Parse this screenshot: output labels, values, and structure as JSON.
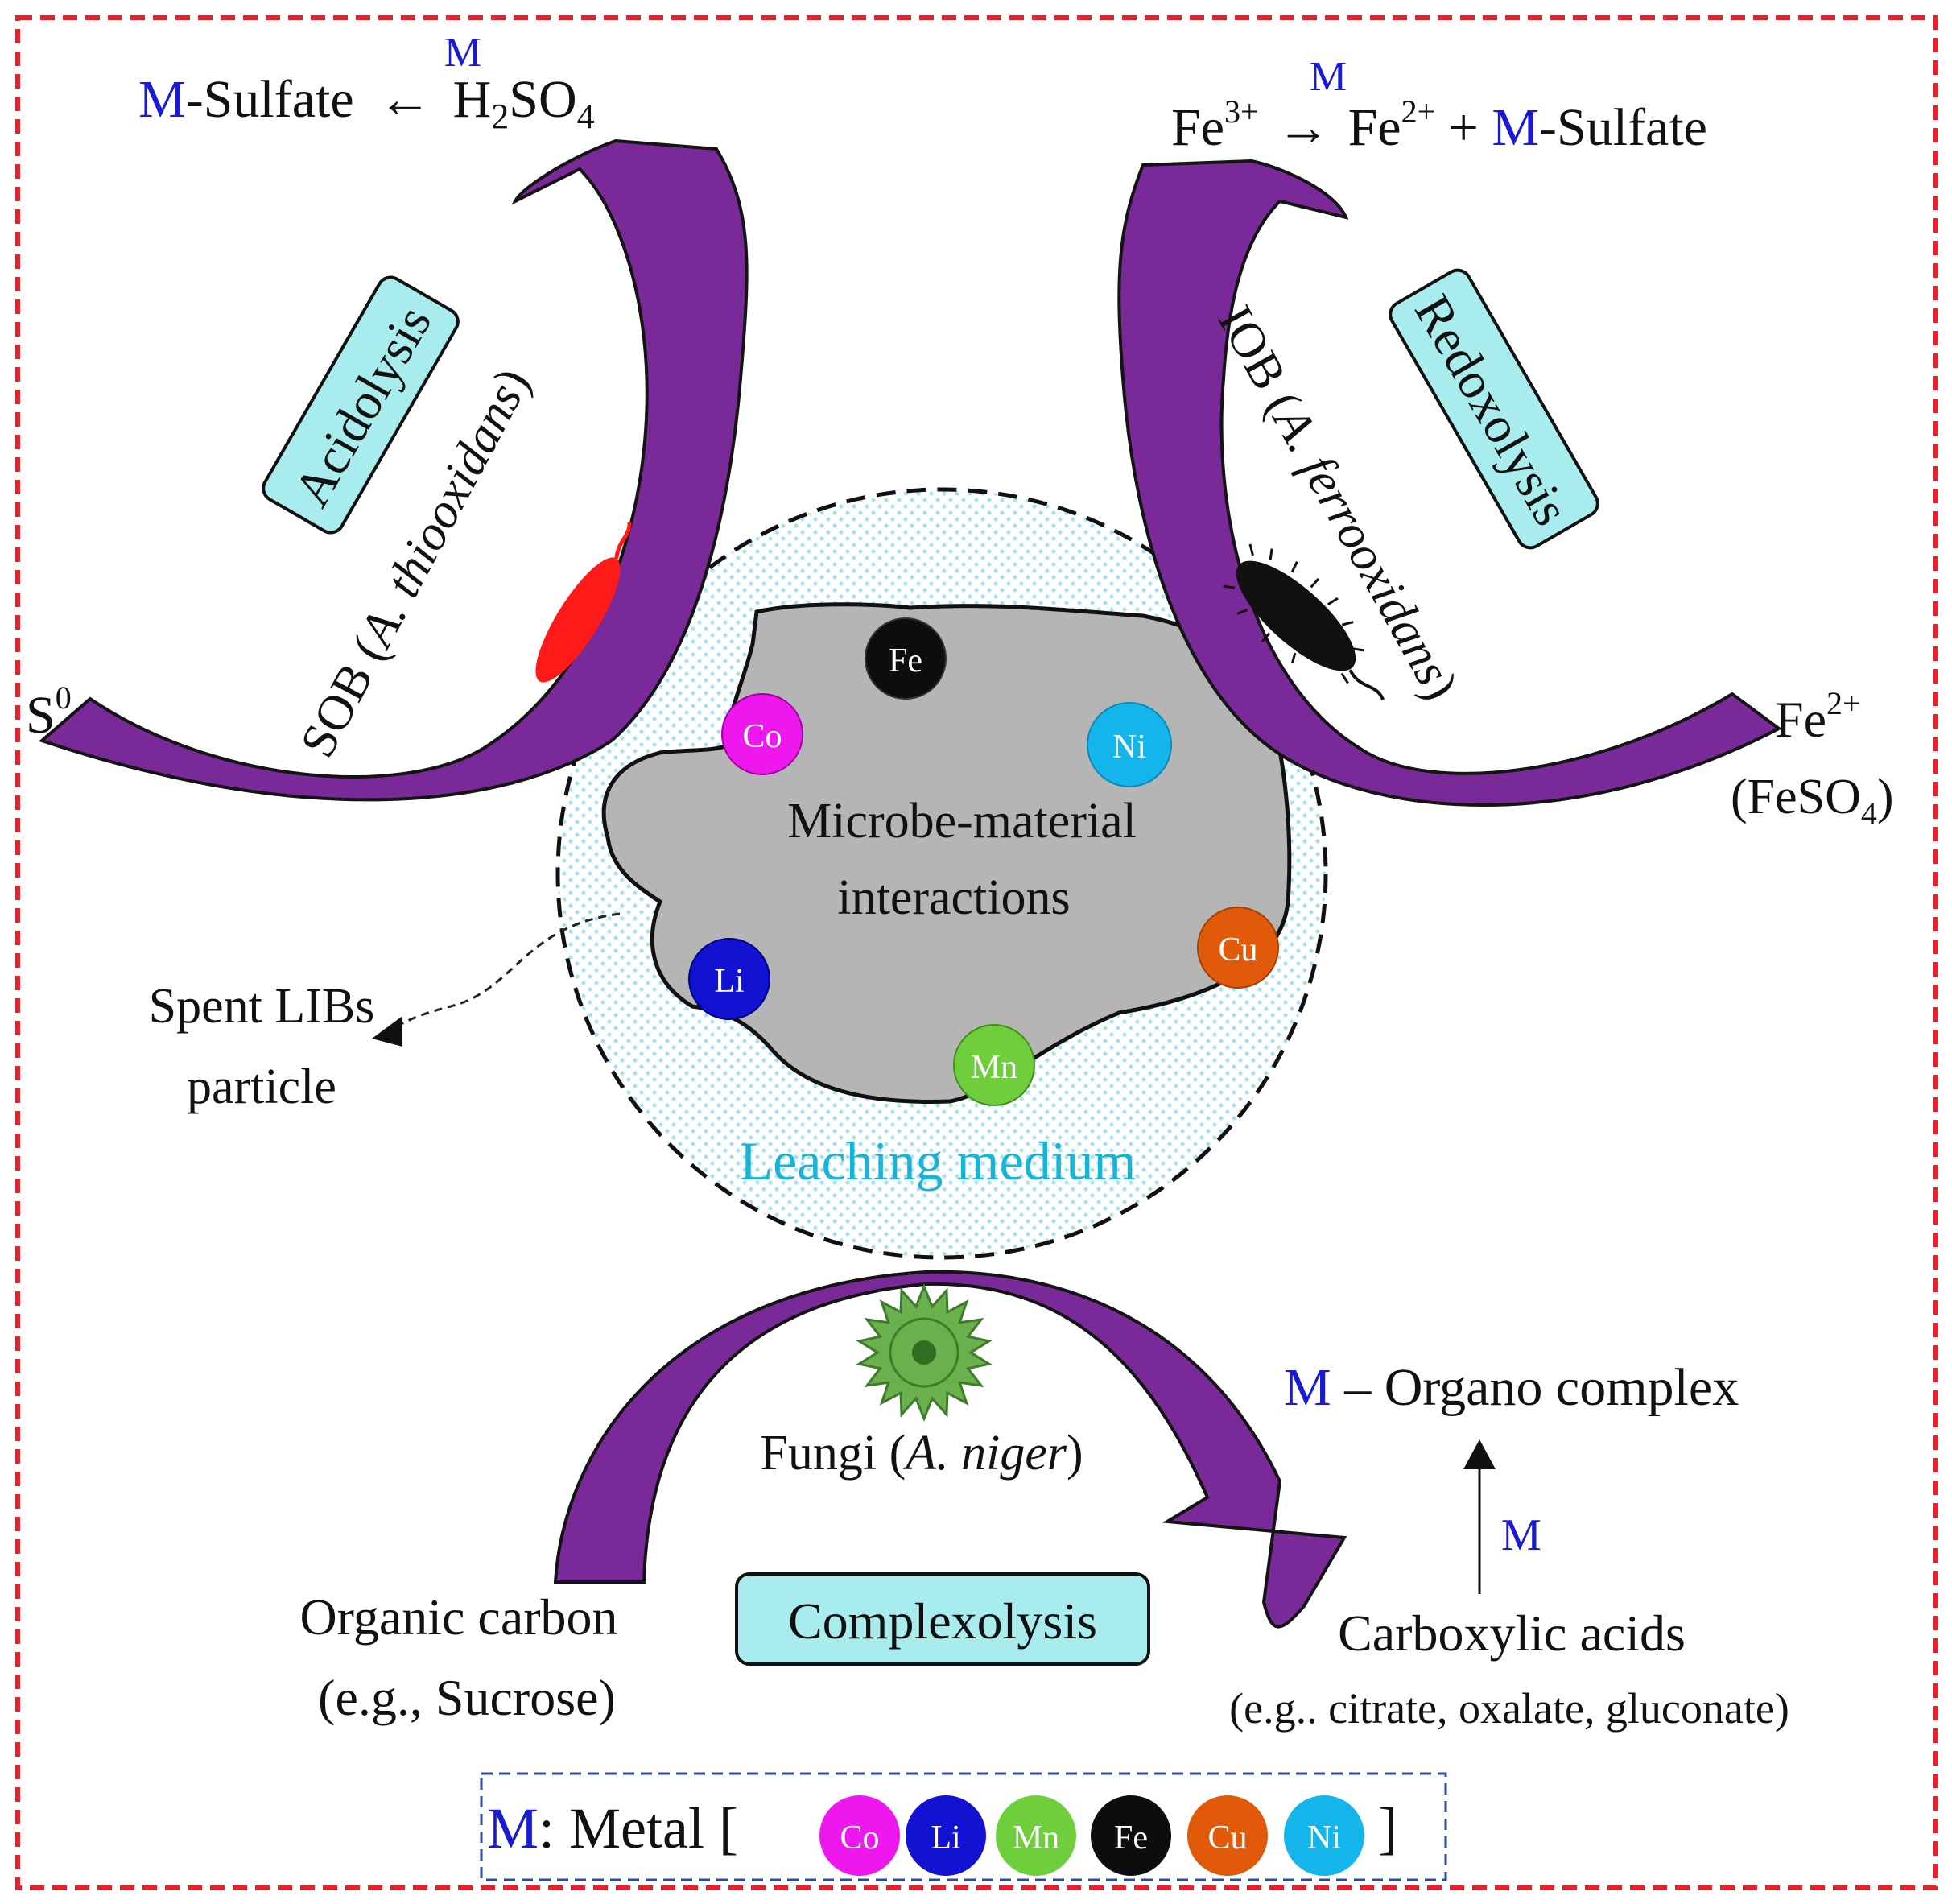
{
  "colors": {
    "frame": "#e8202a",
    "arrow": "#7a2a98",
    "box_fill": "#a8ecee",
    "particle": "#b5b5b5",
    "medium_dots": "#a7e3ee",
    "metal_letter": "#1a1ad6",
    "leaching_text": "#17b3d8",
    "sob_bacterium": "#ff1a1a",
    "iob_bacterium": "#111111",
    "fungi": "#6ab04c"
  },
  "metals": {
    "Co": {
      "label": "Co",
      "color": "#ee18ee"
    },
    "Li": {
      "label": "Li",
      "color": "#1212d2"
    },
    "Mn": {
      "label": "Mn",
      "color": "#6fce3c"
    },
    "Fe": {
      "label": "Fe",
      "color": "#0d0d0d"
    },
    "Cu": {
      "label": "Cu",
      "color": "#e15a0a"
    },
    "Ni": {
      "label": "Ni",
      "color": "#14b5ea"
    }
  },
  "acidolysis": {
    "box_label": "Acidolysis",
    "start_label": "S",
    "start_sup": "0",
    "organism_prefix": "SOB (",
    "organism_italic": "A. thiooxidans",
    "organism_suffix": ")",
    "product_m": "M",
    "product_text": "-Sulfate",
    "reaction_arrow": "←",
    "reaction_m": "M",
    "acid_h": "H",
    "acid_sub2": "2",
    "acid_so": "SO",
    "acid_sub4": "4"
  },
  "redoxolysis": {
    "box_label": "Redoxolysis",
    "organism_prefix": "IOB (",
    "organism_italic": "A. ferrooxidans",
    "organism_suffix": ")",
    "reaction_fe3": "Fe",
    "reaction_sup3": "3+",
    "reaction_arrow": "→",
    "reaction_m": "M",
    "reaction_fe2": "Fe",
    "reaction_sup2": "2+",
    "reaction_plus": " + ",
    "product_m": "M",
    "product_text": "-Sulfate",
    "start_fe": "Fe",
    "start_sup": "2+",
    "start_formula_a": "(FeSO",
    "start_formula_sub": "4",
    "start_formula_b": ")"
  },
  "complexolysis": {
    "box_label": "Complexolysis",
    "organism_prefix": "Fungi (",
    "organism_italic": "A. niger",
    "organism_suffix": ")",
    "start_label": "Organic carbon",
    "start_example": "(e.g., Sucrose)",
    "end_label": "Carboxylic acids",
    "end_example": "(e.g.. citrate, oxalate, gluconate)",
    "arrow_m": "M",
    "product_m": "M",
    "product_text": " – Organo complex"
  },
  "center": {
    "interaction_line1": "Microbe-material",
    "interaction_line2": "interactions",
    "medium_label": "Leaching medium",
    "particle_label_line1": "Spent LIBs",
    "particle_label_line2": "particle"
  },
  "legend": {
    "m_letter": "M",
    "text": ": Metal [",
    "close_bracket": "]"
  }
}
